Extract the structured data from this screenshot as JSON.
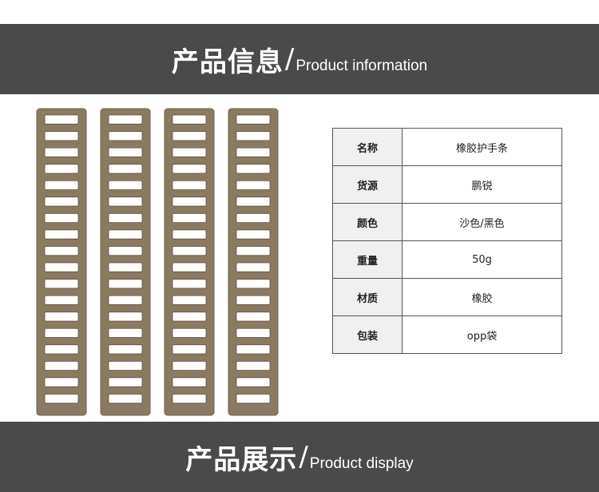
{
  "header": {
    "title_zh": "产品信息",
    "slash": "/",
    "title_en": "Product information"
  },
  "product_image": {
    "alt": "",
    "color": "#8a7a62",
    "count": 4
  },
  "spec": {
    "rows": [
      {
        "key": "名称",
        "value": "橡胶护手条"
      },
      {
        "key": "货源",
        "value": "鹏锐"
      },
      {
        "key": "颜色",
        "value": "沙色/黑色"
      },
      {
        "key": "重量",
        "value": "50g"
      },
      {
        "key": "材质",
        "value": "橡胶"
      },
      {
        "key": "包装",
        "value": "opp袋"
      }
    ]
  },
  "footer": {
    "title_zh": "产品展示",
    "slash": "/",
    "title_en": "Product display"
  }
}
